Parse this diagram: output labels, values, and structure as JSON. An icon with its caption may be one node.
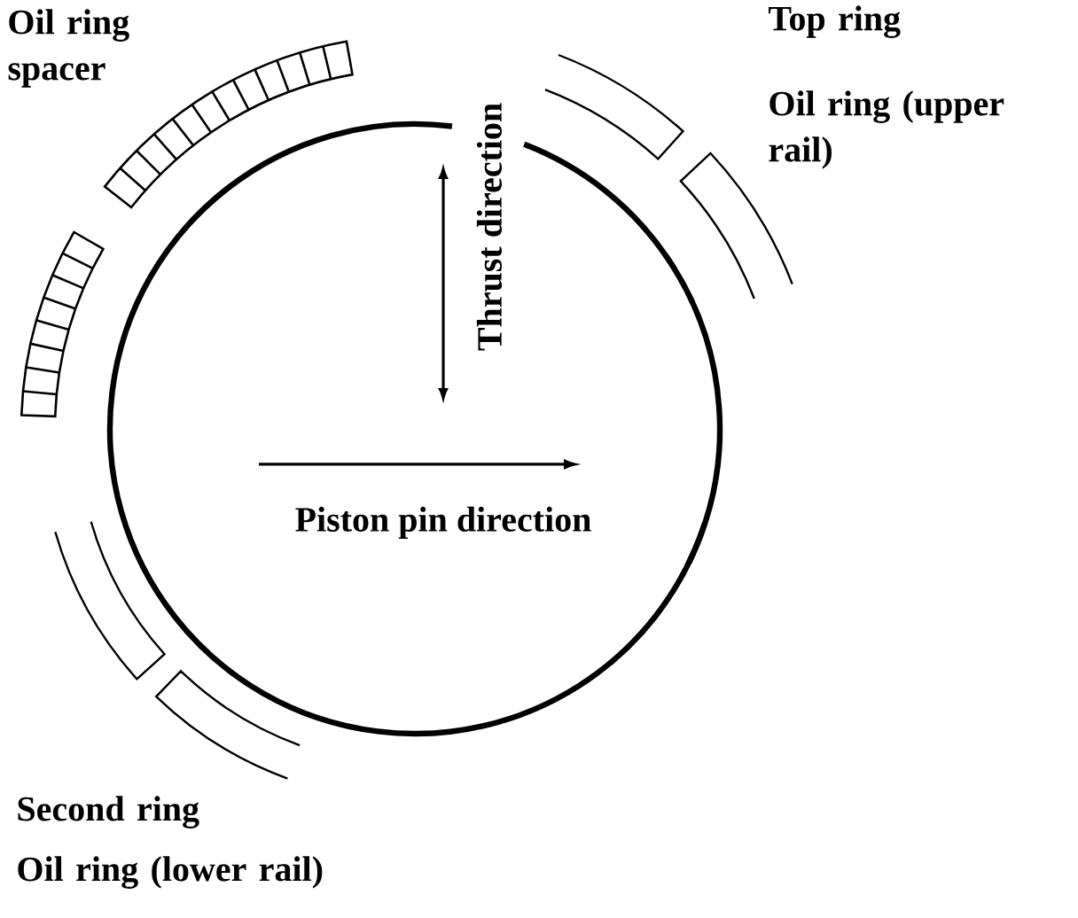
{
  "diagram": {
    "labels": [
      "Oil ring spacer",
      "Top ring",
      "Oil ring (upper rail)",
      "Thrust direction",
      "Piston pin direction",
      "Second ring",
      "Oil ring (lower rail)"
    ]
  }
}
